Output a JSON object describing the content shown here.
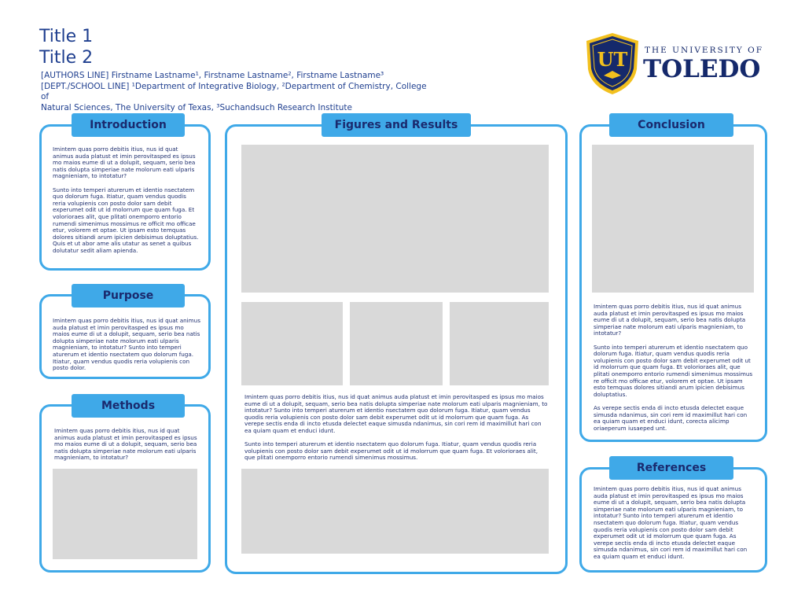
{
  "header": {
    "title1": "Title 1",
    "title2": "Title 2",
    "authors_line": "[AUTHORS LINE] Firstname Lastname¹, Firstname Lastname², Firstname Lastname³",
    "dept_line1": "[DEPT./SCHOOL LINE] ¹Department of Integrative Biology, ²Department of Chemistry, College of",
    "dept_line2": "Natural Sciences, The University of Texas, ³Suchandsuch Research Institute"
  },
  "logo": {
    "shield_letters": "UT",
    "sub": "THE UNIVERSITY OF",
    "main": "TOLEDO",
    "colors": {
      "navy": "#15296b",
      "gold": "#f2c01e"
    }
  },
  "colors": {
    "accent": "#3fa9e8",
    "placeholder": "#d9d9d9",
    "text": "#1f2f6e"
  },
  "introduction": {
    "heading": "Introduction",
    "p1": "Imintem quas porro debitis itius, nus id quat animus auda platust et imin perovitasped es ipsus mo maios eume di ut a dolupit, sequam, serio bea natis dolupta simperiae nate molorum eati ulparis magnieniam, to intotatur?",
    "p2": "Sunto into temperi aturerum et identio nsectatem quo dolorum fuga. Itiatur, quam vendus quodis reria volupienis con posto dolor sam debit experumet odit ut id molorrum que quam fuga. Et volorioraes alit, que plitati onemporro entorio rumendi simenimus mossimus re officit mo officae etur, volorem et optae. Ut ipsam esto temquas dolores sitiandi arum ipicien debisimus doluptatius.",
    "p3": "Quis et ut abor ame alis utatur as senet a quibus dolutatur sedit aliam apienda."
  },
  "purpose": {
    "heading": "Purpose",
    "p1": "Imintem quas porro debitis itius, nus id quat animus auda platust et imin perovitasped es ipsus mo maios eume di ut a dolupit, sequam, serio bea natis dolupta simperiae nate molorum eati ulparis magnieniam, to intotatur? Sunto into temperi aturerum et identio nsectatem quo dolorum fuga. Itiatur, quam vendus quodis reria volupienis con posto dolor."
  },
  "methods": {
    "heading": "Methods",
    "p1": "Imintem quas porro debitis itius, nus id quat animus auda platust et imin perovitasped es ipsus mo maios eume di ut a dolupit, sequam, serio bea natis dolupta simperiae nate molorum eati ulparis magnieniam, to intotatur?"
  },
  "figures": {
    "heading": "Figures and Results",
    "p1": "Imintem quas porro debitis itius, nus id quat animus auda platust et imin perovitasped es ipsus mo maios eume di ut a dolupit, sequam, serio bea natis dolupta simperiae nate molorum eati ulparis magnieniam, to intotatur? Sunto into temperi aturerum et identio nsectatem quo dolorum fuga. Itiatur, quam vendus quodis reria volupienis con posto dolor sam debit experumet odit ut id molorrum que quam fuga. As verepe sectis enda di incto etusda delectet eaque simusda ndanimus, sin cori rem id maximillut hari con ea quiam quam et enduci idunt.",
    "p2": "Sunto into temperi aturerum et identio nsectatem quo dolorum fuga. Itiatur, quam vendus quodis reria volupienis con posto dolor sam debit experumet odit ut id molorrum que quam fuga. Et volorioraes alit, que plitati onemporro entorio rumendi simenimus mossimus."
  },
  "conclusion": {
    "heading": "Conclusion",
    "p1": "Imintem quas porro debitis itius, nus id quat animus auda platust et imin perovitasped es ipsus mo maios eume di ut a dolupit, sequam, serio bea natis dolupta simperiae nate molorum eati ulparis magnieniam, to intotatur?",
    "p2": "Sunto into temperi aturerum et identio nsectatem quo dolorum fuga. Itiatur, quam vendus quodis reria volupienis con posto dolor sam debit experumet odit ut id molorrum que quam fuga. Et volorioraes alit, que plitati onemporro entorio rumendi simenimus mossimus re officit mo officae etur, volorem et optae. Ut ipsam esto temquas dolores sitiandi arum ipicien debisimus doluptatius.",
    "p3": "As verepe sectis enda di incto etusda delectet eaque simusda ndanimus, sin cori rem id maximillut hari con ea quiam quam et enduci idunt, corecta alicimp oriaeperum iusaeped unt."
  },
  "references": {
    "heading": "References",
    "p1": "Imintem quas porro debitis itius, nus id quat animus auda platust et imin perovitasped es ipsus mo maios eume di ut a dolupit, sequam, serio bea natis dolupta simperiae nate molorum eati ulparis magnieniam, to intotatur? Sunto into temperi aturerum et identio nsectatem quo dolorum fuga. Itiatur, quam vendus quodis reria volupienis con posto dolor sam debit experumet odit ut id molorrum que quam fuga. As verepe sectis enda di incto etusda delectet eaque simusda ndanimus, sin cori rem id maximillut hari con ea quiam quam et enduci idunt."
  }
}
